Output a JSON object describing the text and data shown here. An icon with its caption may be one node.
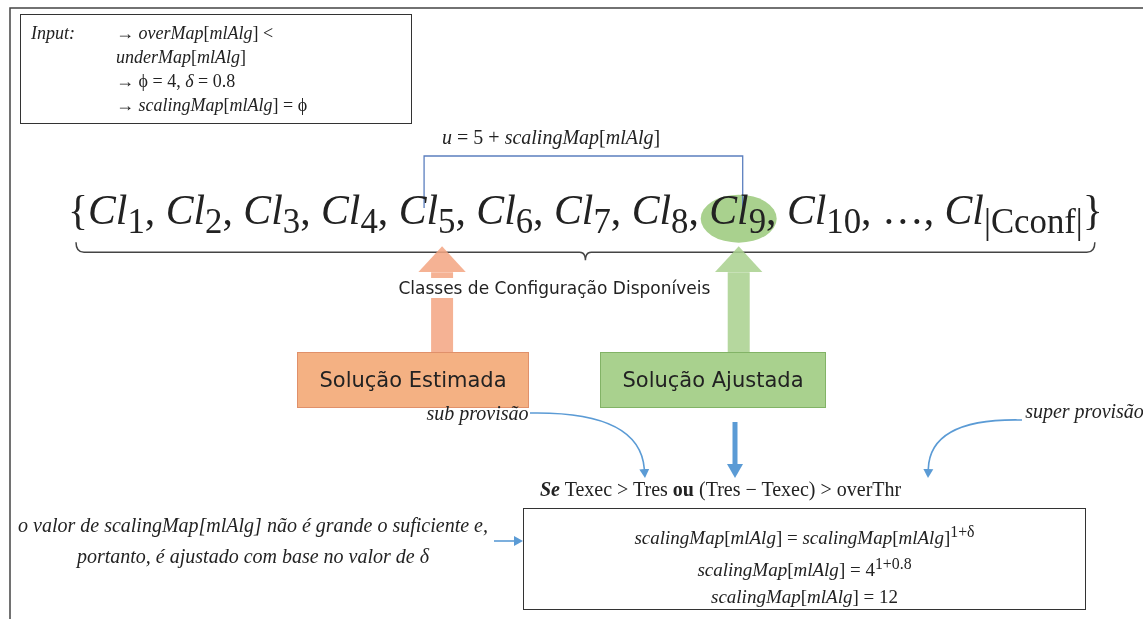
{
  "diagram": {
    "nodes": [
      {
        "text": [
          "Input:",
          "→ *overMap*[*mlAlg*] < *underMap*[*mlAlg*]",
          "→ ϕ = 4, *δ* = 0.8",
          "→ *scalingMap*[*mlAlg*] = ϕ"
        ]
      },
      {
        "text": [
          "{*Cl*$_{1}$, *Cl*$_{2}$, *Cl*$_{3}$, *Cl*$_{4}$, *Cl*$_{5}$, *Cl*$_{6}$, *Cl*$_{7}$, *Cl*$_{8}$, *Cl*$_{9}$, *Cl*$_{10}$, …, *Cl*$_{|Cconf|}$}"
        ]
      },
      {
        "text": [
          "Solução Estimada"
        ]
      },
      {
        "text": [
          "Solução Ajustada"
        ]
      },
      {
        "text": [
          "sub provisão"
        ]
      },
      {
        "text": [
          "super provisão"
        ]
      },
      {
        "text": [
          "**Se** Texec > Tres **ou** (Tres − Texec) > overThr"
        ]
      },
      {
        "text": [
          "*scalingMap*[*mlAlg*] = *scalingMap*[*mlAlg*]$^{1+δ}$",
          "*scalingMap*[*mlAlg*] = 4$^{1+0.8}$",
          "*scalingMap*[*mlAlg*] = 12"
        ]
      },
      {
        "text": [
          "o valor de scalingMap[mlAlg] não é grande o suficiente e, portanto, é ajustado com base no valor de δ"
        ]
      }
    ],
    "edges": [
      {
        "from": 2,
        "to": 1,
        "arrow": "to",
        "style": "thick",
        "color": "#f4a582"
      },
      {
        "from": 3,
        "to": 1,
        "arrow": "to",
        "style": "thick",
        "color": "#a9d18e"
      },
      {
        "from": 3,
        "to": 6,
        "arrow": "to",
        "style": "thick"
      },
      {
        "from": 4,
        "to": 6,
        "arrow": "to"
      },
      {
        "from": 5,
        "to": 6,
        "arrow": "to"
      },
      {
        "from": 8,
        "to": 7,
        "arrow": "to"
      }
    ],
    "labels": [
      "*u* = 5 + *scalingMap*[*mlAlg*]",
      "Classes de Configuração Disponíveis"
    ]
  }
}
